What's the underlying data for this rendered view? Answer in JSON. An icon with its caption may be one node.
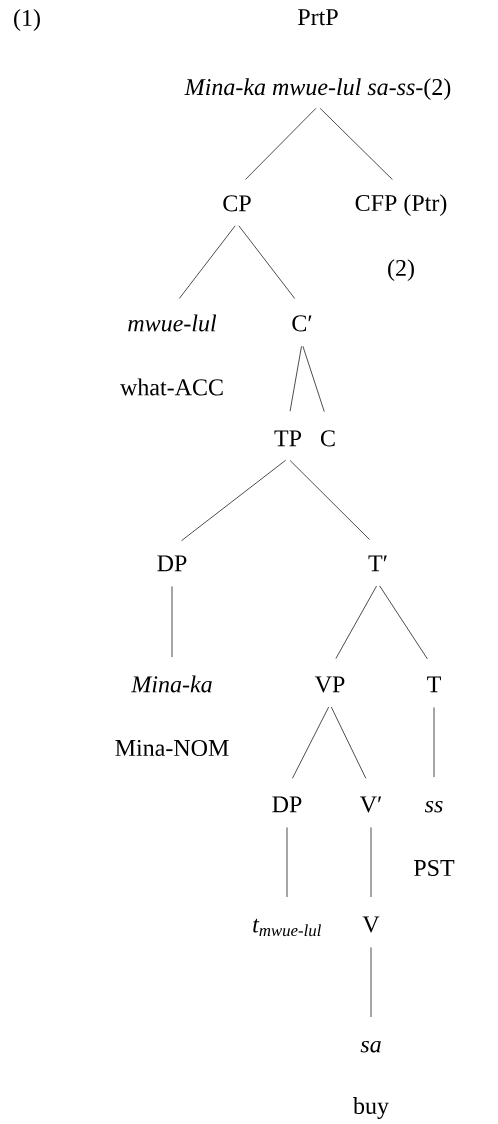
{
  "diagram": {
    "nodes": [
      {
        "text": [
          "PrtP",
          "*Mina-ka mwue-lul sa-ss-*(2)"
        ]
      },
      {
        "text": [
          "CP"
        ]
      },
      {
        "text": [
          "CFP (Ptr)",
          "(2)"
        ]
      },
      {
        "text": [
          "mwue-lul"
        ],
        "beside": [
          "what-ACC"
        ]
      },
      {
        "text": [
          "C′"
        ]
      },
      {
        "text": [
          "TP"
        ]
      },
      {
        "text": [
          "C"
        ]
      },
      {
        "text": [
          "DP"
        ]
      },
      {
        "text": [
          "T′"
        ]
      },
      {
        "text": [
          "Mina-ka"
        ],
        "beside": [
          "Mina-NOM"
        ]
      },
      {
        "text": [
          "VP"
        ]
      },
      {
        "text": [
          "T"
        ]
      },
      {
        "text": [
          "DP"
        ]
      },
      {
        "text": [
          "V′"
        ]
      },
      {
        "text": [
          "ss"
        ],
        "beside": [
          "PST"
        ]
      },
      {
        "text": [
          "t$_{mwue-lul}$"
        ]
      },
      {
        "text": [
          "V"
        ]
      },
      {
        "text": [
          "sa"
        ],
        "beside": [
          "buy"
        ]
      }
    ],
    "edges": [
      {
        "from": 0,
        "to": 1,
        "arrow": "none"
      },
      {
        "from": 0,
        "to": 2,
        "arrow": "none"
      },
      {
        "from": 1,
        "to": 3,
        "arrow": "none"
      },
      {
        "from": 1,
        "to": 4,
        "arrow": "none"
      },
      {
        "from": 4,
        "to": 5,
        "arrow": "none"
      },
      {
        "from": 4,
        "to": 6,
        "arrow": "none"
      },
      {
        "from": 5,
        "to": 7,
        "arrow": "none"
      },
      {
        "from": 5,
        "to": 8,
        "arrow": "none"
      },
      {
        "from": 7,
        "to": 9,
        "arrow": "none"
      },
      {
        "from": 8,
        "to": 10,
        "arrow": "none"
      },
      {
        "from": 8,
        "to": 11,
        "arrow": "none"
      },
      {
        "from": 10,
        "to": 12,
        "arrow": "none"
      },
      {
        "from": 10,
        "to": 13,
        "arrow": "none"
      },
      {
        "from": 11,
        "to": 14,
        "arrow": "none"
      },
      {
        "from": 12,
        "to": 15,
        "arrow": "none"
      },
      {
        "from": 13,
        "to": 16,
        "arrow": "none"
      },
      {
        "from": 16,
        "to": 17,
        "arrow": "none"
      }
    ],
    "labels": [
      "(1)"
    ]
  }
}
